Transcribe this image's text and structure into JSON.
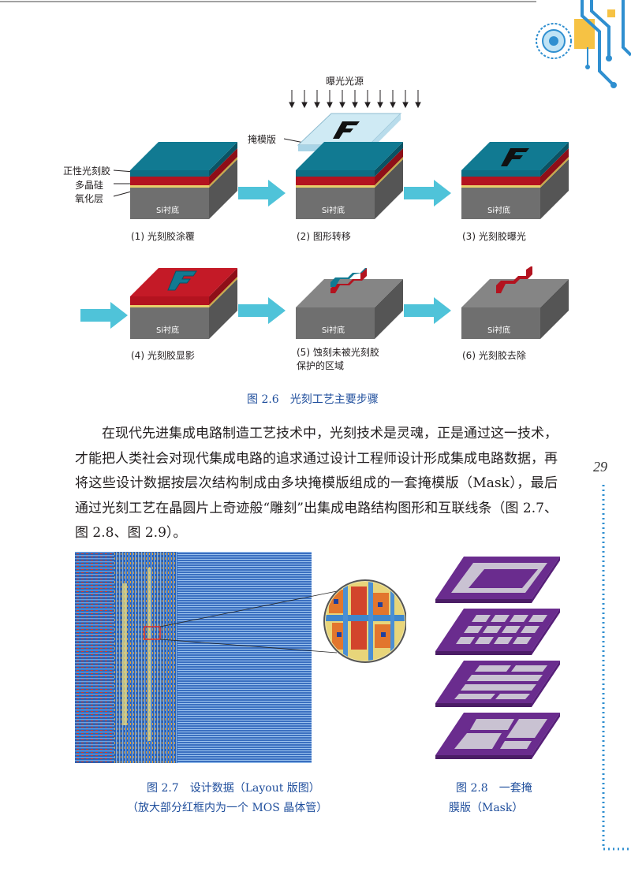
{
  "figure_2_6": {
    "light_source": "曝光光源",
    "mask_label": "掩模版",
    "layer_labels": [
      "正性光刻胶",
      "多晶硅",
      "氧化层"
    ],
    "substrate_label": "Si衬底",
    "mask_letter": "F",
    "steps": [
      {
        "caption": "(1) 光刻胶涂覆"
      },
      {
        "caption": "(2) 图形转移"
      },
      {
        "caption": "(3) 光刻胶曝光"
      },
      {
        "caption": "(4) 光刻胶显影"
      },
      {
        "caption": "(5) 蚀刻未被光刻胶\n保护的区域"
      },
      {
        "caption": "(6) 光刻胶去除"
      }
    ],
    "title": "图 2.6　光刻工艺主要步骤"
  },
  "paragraph": "在现代先进集成电路制造工艺技术中，光刻技术是灵魂，正是通过这一技术，才能把人类社会对现代集成电路的追求通过设计工程师设计形成集成电路数据，再将这些设计数据按层次结构制成由多块掩模版组成的一套掩模版（Mask），最后通过光刻工艺在晶圆片上奇迹般“雕刻”出集成电路结构图形和互联线条（图 2.7、图 2.8、图 2.9）。",
  "figure_2_7": {
    "title_line1": "图 2.7　设计数据（Layout 版图）",
    "title_line2": "（放大部分红框内为一个 MOS 晶体管）"
  },
  "figure_2_8": {
    "title_line1": "图 2.8　一套掩",
    "title_line2": "膜版（Mask）"
  },
  "page_number": "29",
  "colors": {
    "photoresist": "#0e6d83",
    "polysilicon": "#b3131f",
    "oxide": "#e8cf6a",
    "substrate": "#7b7b7b",
    "arrow": "#4fc3d9",
    "caption_blue": "#1f4e9c",
    "mask_purple": "#6a2c8e",
    "layout_blue": "#2a62b5",
    "accent_decoration": "#2f8fd0"
  }
}
